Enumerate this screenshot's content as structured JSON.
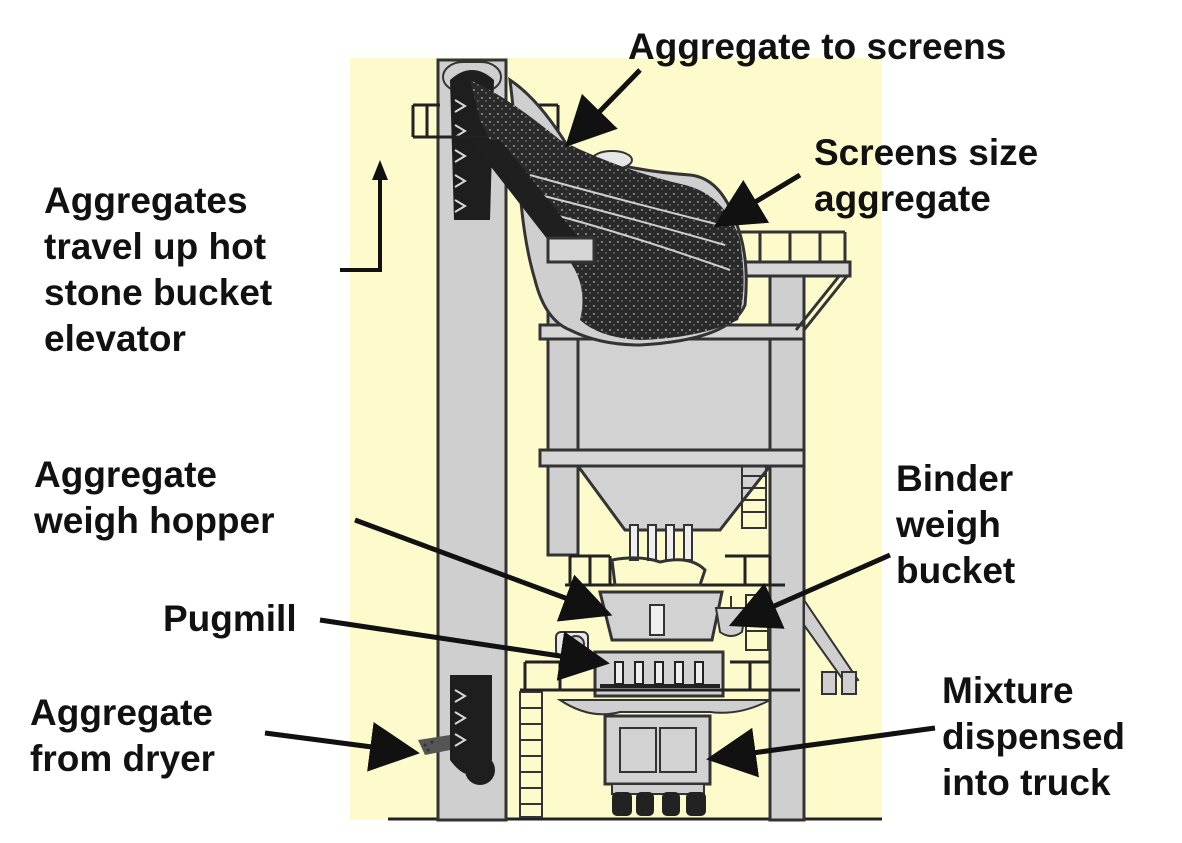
{
  "colors": {
    "background": "#ffffff",
    "panel": "#fdfbcc",
    "structure_fill": "#cfcfcf",
    "structure_stroke": "#333333",
    "material_dark": "#2a2a2a",
    "label_text": "#111111",
    "arrow": "#111111"
  },
  "labels": {
    "aggregate_to_screens": "Aggregate to screens",
    "screens_size": [
      "Screens size",
      "aggregate"
    ],
    "bucket_elevator": [
      "Aggregates",
      "travel up hot",
      "stone bucket",
      "elevator"
    ],
    "aggregate_weigh_hopper": [
      "Aggregate",
      "weigh hopper"
    ],
    "binder_weigh_bucket": [
      "Binder",
      "weigh",
      "bucket"
    ],
    "pugmill": "Pugmill",
    "aggregate_from_dryer": [
      "Aggregate",
      "from dryer"
    ],
    "mixture_dispensed": [
      "Mixture",
      "dispensed",
      "into truck"
    ]
  },
  "icons": {
    "up_arrow": "elbow-up-arrow-icon",
    "bucket_elevator": "bucket-elevator-icon",
    "screens": "vibrating-screen-icon",
    "hot_bins": "hot-bin-icon",
    "weigh_hopper": "weigh-hopper-icon",
    "binder_bucket": "binder-bucket-icon",
    "pugmill": "pugmill-icon",
    "truck": "dump-truck-icon"
  }
}
